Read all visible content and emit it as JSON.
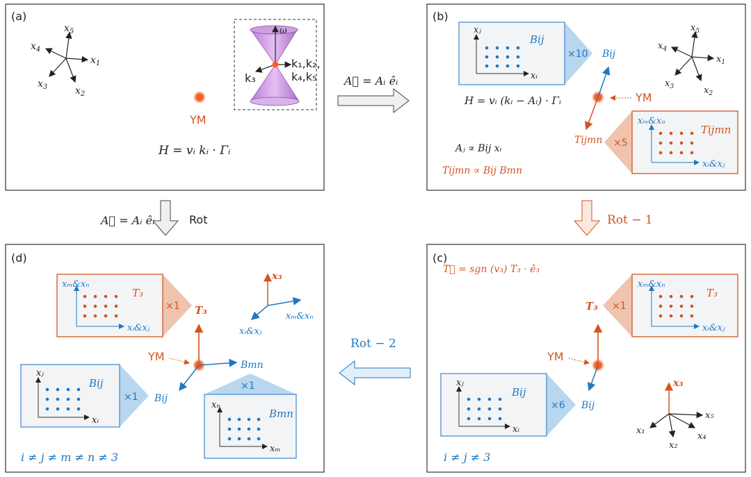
{
  "panels": {
    "a": {
      "label": "(a)",
      "axes": [
        "x5",
        "x4",
        "x1",
        "x3",
        "x2"
      ],
      "ym": "YM",
      "hamiltonian": "H = vᵢ kᵢ · Γᵢ",
      "cone": {
        "omega": "ω",
        "k12": "k₁,k₂,",
        "k3": "k₃",
        "k45": "k₄,k₅"
      }
    },
    "b": {
      "label": "(b)",
      "b_box": {
        "title": "Bij",
        "x": "xᵢ",
        "y": "xⱼ",
        "mult": "×10",
        "arrow": "Bij"
      },
      "hamiltonian": "H = vᵢ (kᵢ − Aᵢ) · Γᵢ",
      "ym": "YM",
      "t_box": {
        "title": "Tijmn",
        "x": "xᵢ&xⱼ",
        "y": "xₘ&xₙ",
        "mult": "×5",
        "arrow": "Tijmn"
      },
      "relation1": "Aⱼ ∝ Bij xᵢ",
      "relation2": "Tijmn ∝ Bij Bmn",
      "axes": [
        "x5",
        "x4",
        "x1",
        "x3",
        "x2"
      ]
    },
    "c": {
      "label": "(c)",
      "formula": "T⃗ = sgn (v₃) T₃ · ê₃",
      "t_box": {
        "title": "T₃",
        "x": "xᵢ&xⱼ",
        "y": "xₘ&xₙ",
        "mult": "×1",
        "arrow": "T₃"
      },
      "ym": "YM",
      "b_box": {
        "title": "Bij",
        "x": "xᵢ",
        "y": "xⱼ",
        "mult": "×6",
        "arrow": "Bij"
      },
      "axes": [
        "x₃",
        "x₅",
        "x₁",
        "x₄",
        "x₂"
      ],
      "condition": "i ≠ j ≠ 3"
    },
    "d": {
      "label": "(d)",
      "t_box": {
        "title": "T₃",
        "x": "xᵢ&xⱼ",
        "y": "xₘ&xₙ",
        "mult": "×1",
        "arrow": "T₃"
      },
      "axes": {
        "up": "x₃",
        "right": "xₘ&xₙ",
        "down": "xᵢ&xⱼ"
      },
      "ym": "YM",
      "b_arrow_right": "Bmn",
      "b_box": {
        "title": "Bij",
        "x": "xᵢ",
        "y": "xⱼ",
        "mult": "×1",
        "arrow": "Bij"
      },
      "bmn_box": {
        "title": "Bmn",
        "x": "xₘ",
        "y": "xₙ",
        "mult": "×1"
      },
      "condition": "i ≠ j ≠ m ≠ n ≠ 3"
    }
  },
  "transitions": {
    "ab": "A⃗ = Aᵢ êᵢ",
    "ad_formula": "A⃗ = Aᵢ êᵢ",
    "ad_rot": "Rot",
    "bc": "Rot − 1",
    "cd": "Rot − 2"
  },
  "colors": {
    "blue": "#1f78c1",
    "orange": "#d3541f",
    "box_blue_fill": "#f3f4f6",
    "tri_blue": "#b9d6ef",
    "tri_orange": "#efc3ae"
  }
}
